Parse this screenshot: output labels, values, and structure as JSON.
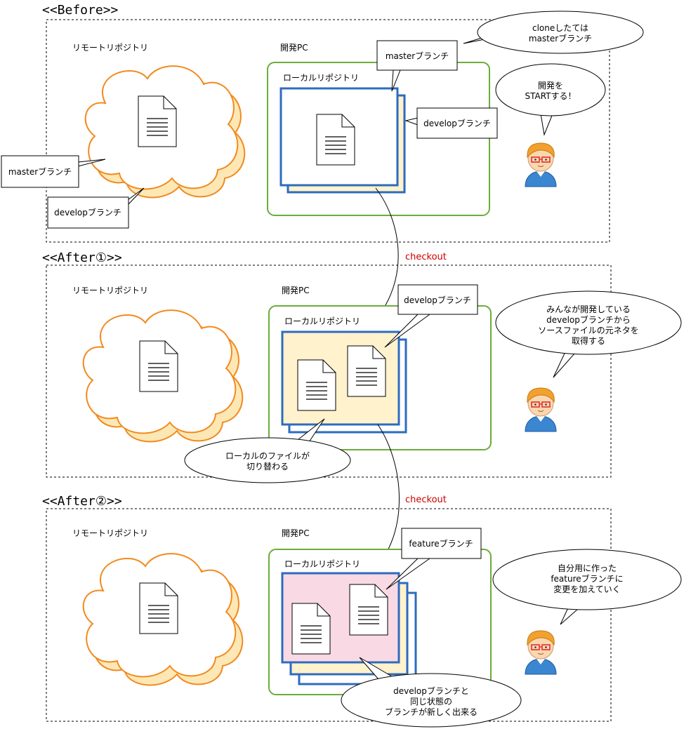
{
  "sections": [
    {
      "title": "<<Before>>",
      "remote_label": "リモートリポジトリ",
      "pc_label": "開発PC",
      "local_label": "ローカルリポジトリ",
      "remote_callouts": [
        "masterブランチ",
        "developブランチ"
      ],
      "local_callouts": [
        "masterブランチ",
        "developブランチ"
      ],
      "person_bubble": [
        "開発を",
        "STARTする！"
      ],
      "top_bubble": [
        "cloneしたては",
        "masterブランチ"
      ]
    },
    {
      "title": "<<After①>>",
      "remote_label": "リモートリポジトリ",
      "pc_label": "開発PC",
      "local_label": "ローカルリポジトリ",
      "local_callouts": [
        "developブランチ"
      ],
      "person_bubble": [
        "みんなが開発している",
        "developブランチから",
        "ソースファイルの元ネタを",
        "取得する"
      ],
      "bottom_bubble": [
        "ローカルのファイルが",
        "切り替わる"
      ]
    },
    {
      "title": "<<After②>>",
      "remote_label": "リモートリポジトリ",
      "pc_label": "開発PC",
      "local_label": "ローカルリポジトリ",
      "local_callouts": [
        "featureブランチ"
      ],
      "person_bubble": [
        "自分用に作った",
        "featureブランチに",
        "変更を加えていく"
      ],
      "bottom_bubble": [
        "developブランチと",
        "同じ状態の",
        "ブランチが新しく出来る"
      ]
    }
  ],
  "arrows": [
    {
      "label": "checkout"
    },
    {
      "label": "checkout"
    }
  ],
  "colors": {
    "cloud_stroke": "#f28a1f",
    "cloud_shadow": "#fde8b5",
    "pc_border": "#6aad3a",
    "repo_border": "#2e6bbf",
    "repo_fill_before": "#ffffff",
    "repo_fill_develop": "#fff2cc",
    "repo_fill_feature": "#f9d9e4",
    "checkout_label": "#cc0000"
  }
}
